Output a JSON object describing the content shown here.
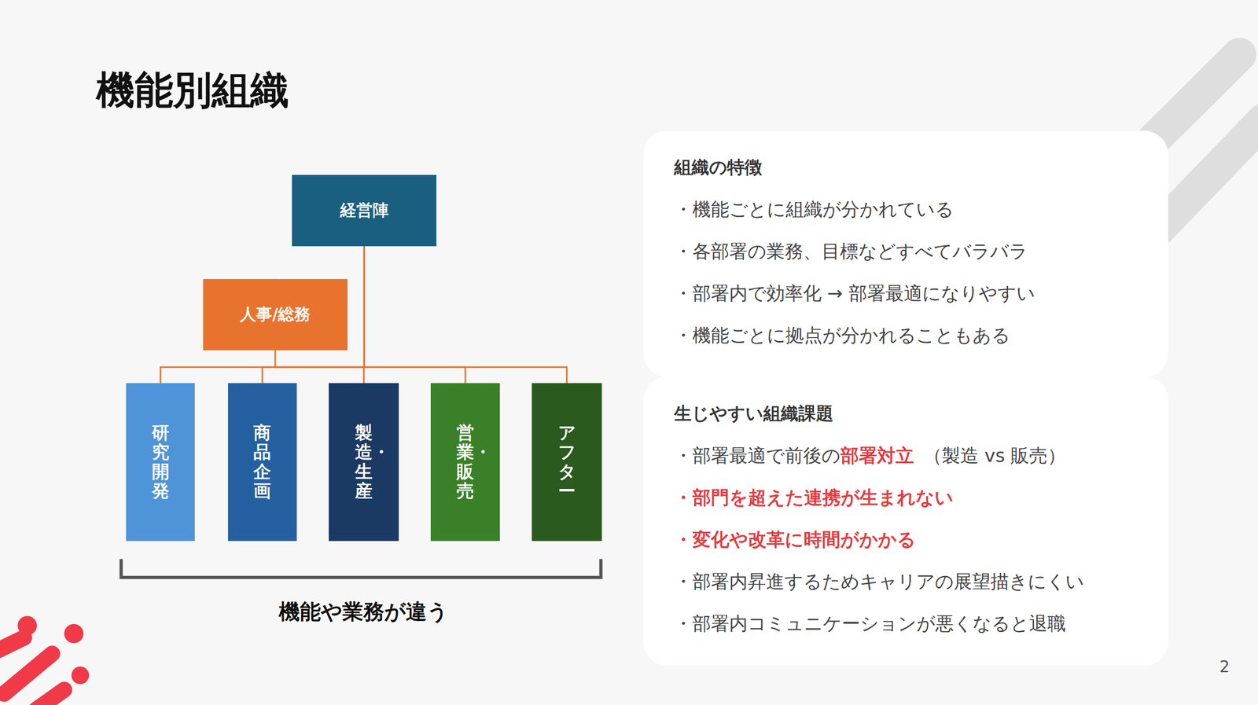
{
  "diagram": {
    "title": "機能別組織",
    "nodes": [
      {
        "text": [
          "経営陣"
        ]
      },
      {
        "text": [
          "人事/総務"
        ]
      },
      {
        "text": [
          "研究開発"
        ]
      },
      {
        "text": [
          "商品企画"
        ]
      },
      {
        "text": [
          "製造・生産"
        ]
      },
      {
        "text": [
          "営業・販売"
        ]
      },
      {
        "text": [
          "アフター"
        ]
      },
      {
        "text": [
          "組織の特徴",
          "・機能ごとに組織が分かれている",
          "・各部署の業務、目標などすべてバラバラ",
          "・部署内で効率化 → 部署最適になりやすい",
          "・機能ごとに拠点が分かれることもある"
        ]
      },
      {
        "text": [
          "生じやすい組織課題",
          "・部署最適で前後の",
          "部署対立",
          "（製造 vs 販売）",
          "・部門を超えた連携が生まれない",
          "・変化や改革に時間がかかる",
          "・部署内昇進するためキャリアの展望描きにくい",
          "・部署内コミュニケーションが悪くなると退職"
        ]
      }
    ],
    "edges": [
      {
        "from": 0,
        "to": 1,
        "arrow": "none"
      },
      {
        "from": 0,
        "to": 2,
        "arrow": "none"
      },
      {
        "from": 0,
        "to": 3,
        "arrow": "none"
      },
      {
        "from": 0,
        "to": 4,
        "arrow": "none"
      },
      {
        "from": 0,
        "to": 5,
        "arrow": "none"
      },
      {
        "from": 0,
        "to": 6,
        "arrow": "none"
      }
    ],
    "labels": [
      "機能や業務が違う",
      "2"
    ]
  }
}
